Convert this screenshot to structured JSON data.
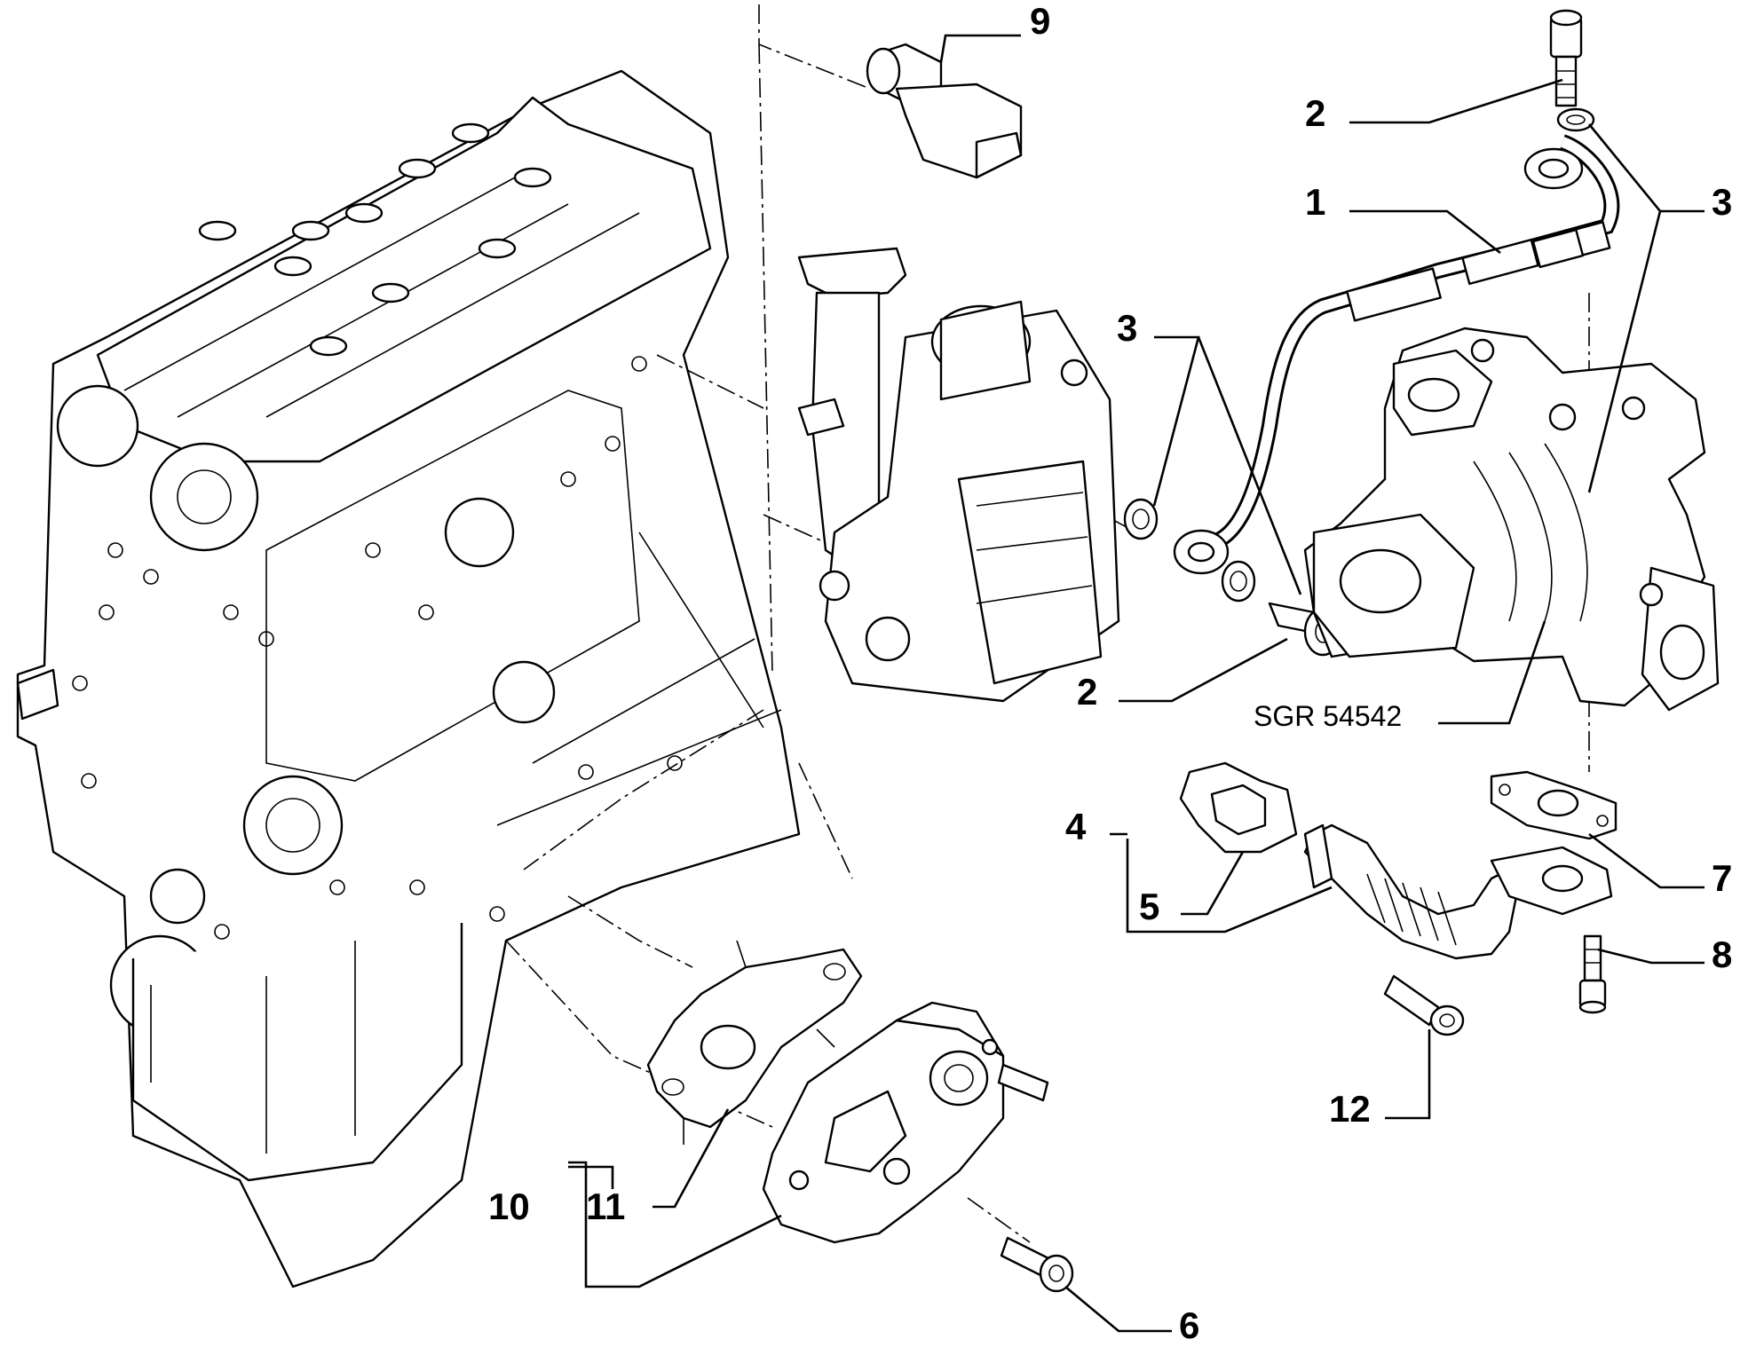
{
  "reference_code": "SGR 54542",
  "callouts": {
    "c1": "1",
    "c2_top": "2",
    "c2_mid": "2",
    "c3_right": "3",
    "c3_mid": "3",
    "c4": "4",
    "c5": "5",
    "c6": "6",
    "c7": "7",
    "c8": "8",
    "c9": "9",
    "c10": "10",
    "c11": "11",
    "c12": "12"
  },
  "colors": {
    "line": "#000000",
    "background": "#ffffff"
  }
}
